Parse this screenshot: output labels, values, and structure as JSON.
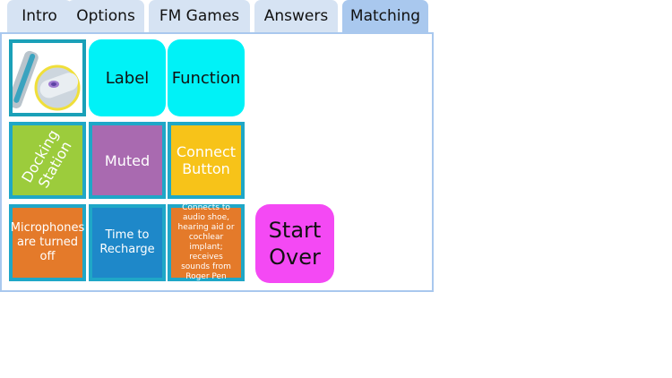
{
  "tabs": [
    {
      "label": "Intro"
    },
    {
      "label": "Options"
    },
    {
      "label": "FM Games"
    },
    {
      "label": "Answers"
    },
    {
      "label": "Matching"
    }
  ],
  "active_tab": "Matching",
  "header_tiles": {
    "label": "Label",
    "function": "Function"
  },
  "cards": {
    "docking": "Docking Station",
    "muted": "Muted",
    "connect": "Connect Button",
    "microphones": "Microphones are turned off",
    "recharge": "Time to Recharge",
    "connects_desc": "Connects to audio shoe, hearing aid or cochlear implant; receives sounds from Roger Pen"
  },
  "start_over": "Start Over",
  "colors": {
    "tab": "#d6e3f3",
    "tab_active": "#a9c8ee",
    "cyan": "#00f2f7",
    "green": "#9ccc3c",
    "purple": "#a96ab0",
    "yellow": "#f7c319",
    "orange": "#e47a2a",
    "blue": "#1e88c9",
    "magenta": "#f449f4",
    "frame": "#1fa7c7"
  },
  "image_tile_icon": "roger-pen-icon"
}
